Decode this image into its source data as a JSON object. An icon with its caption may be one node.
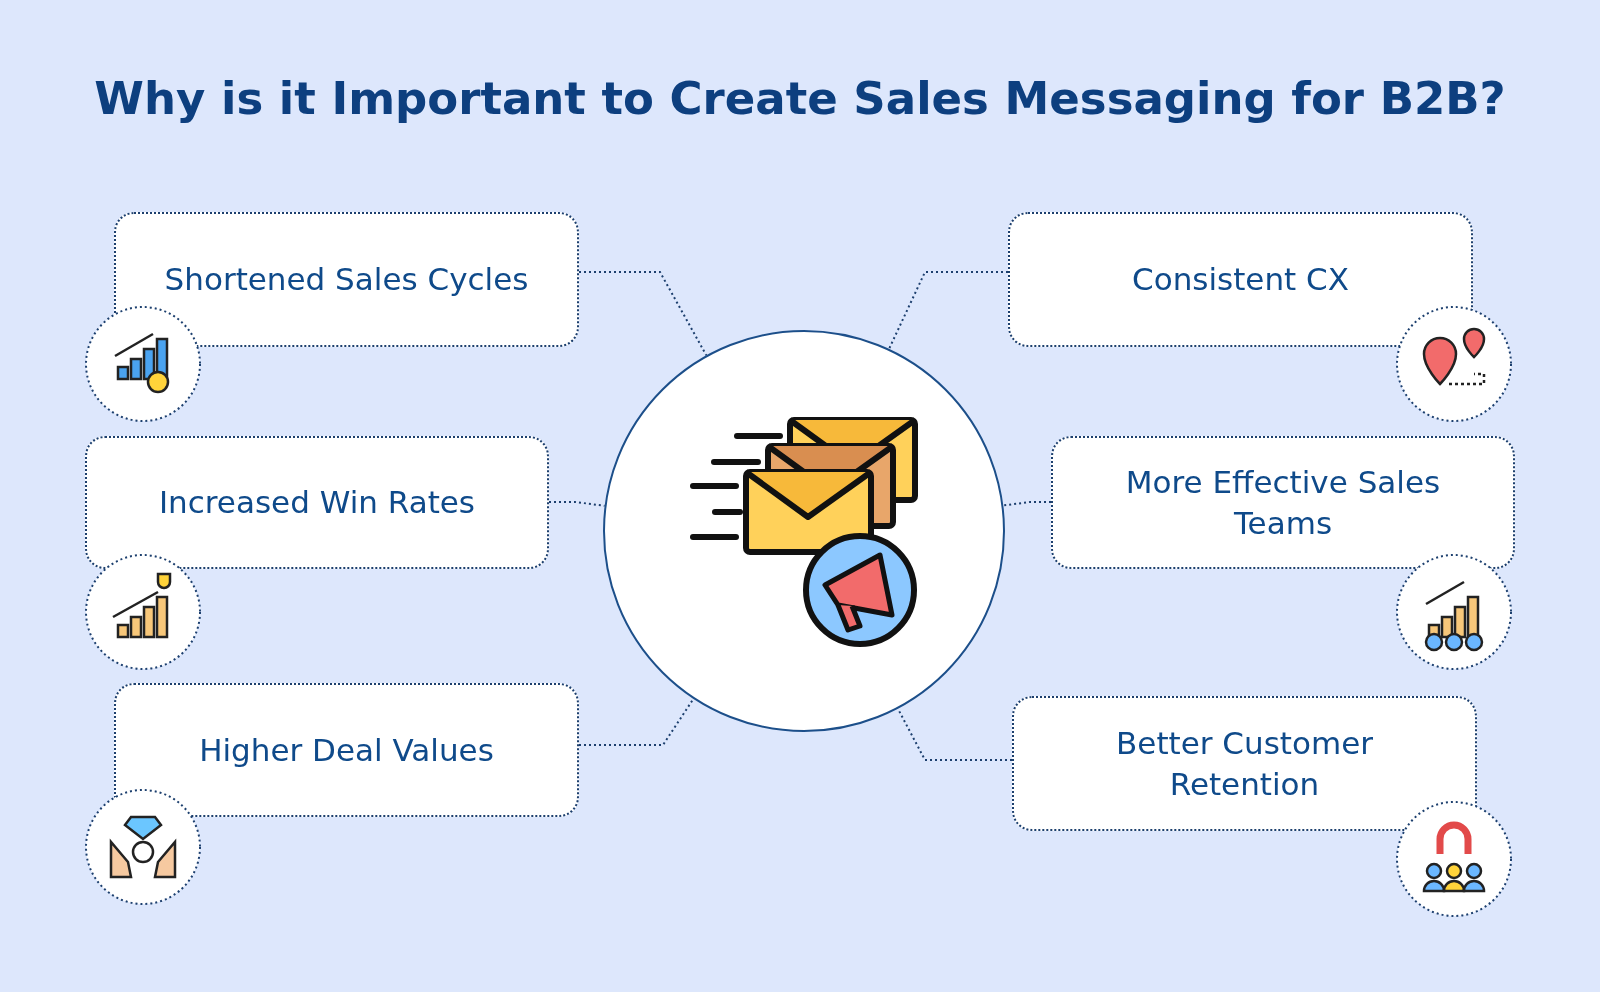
{
  "diagram": {
    "title": "Why is it Important to Create Sales Messaging for B2B?",
    "nodes": [
      {
        "text": [
          "Shortened Sales Cycles"
        ]
      },
      {
        "text": [
          "Consistent CX"
        ]
      },
      {
        "text": [],
        "shape": "circle"
      },
      {
        "text": [
          "Increased Win Rates"
        ]
      },
      {
        "text": [
          "More Effective Sales Teams"
        ]
      },
      {
        "text": [
          "Higher Deal Values"
        ]
      },
      {
        "text": [
          "Better Customer Retention"
        ]
      }
    ],
    "edges": [
      {
        "from": 0,
        "to": 2,
        "arrow": "none"
      },
      {
        "from": 1,
        "to": 2,
        "arrow": "none"
      },
      {
        "from": 3,
        "to": 2,
        "arrow": "none"
      },
      {
        "from": 4,
        "to": 2,
        "arrow": "none"
      },
      {
        "from": 5,
        "to": 2,
        "arrow": "none"
      },
      {
        "from": 6,
        "to": 2,
        "arrow": "none"
      }
    ]
  }
}
